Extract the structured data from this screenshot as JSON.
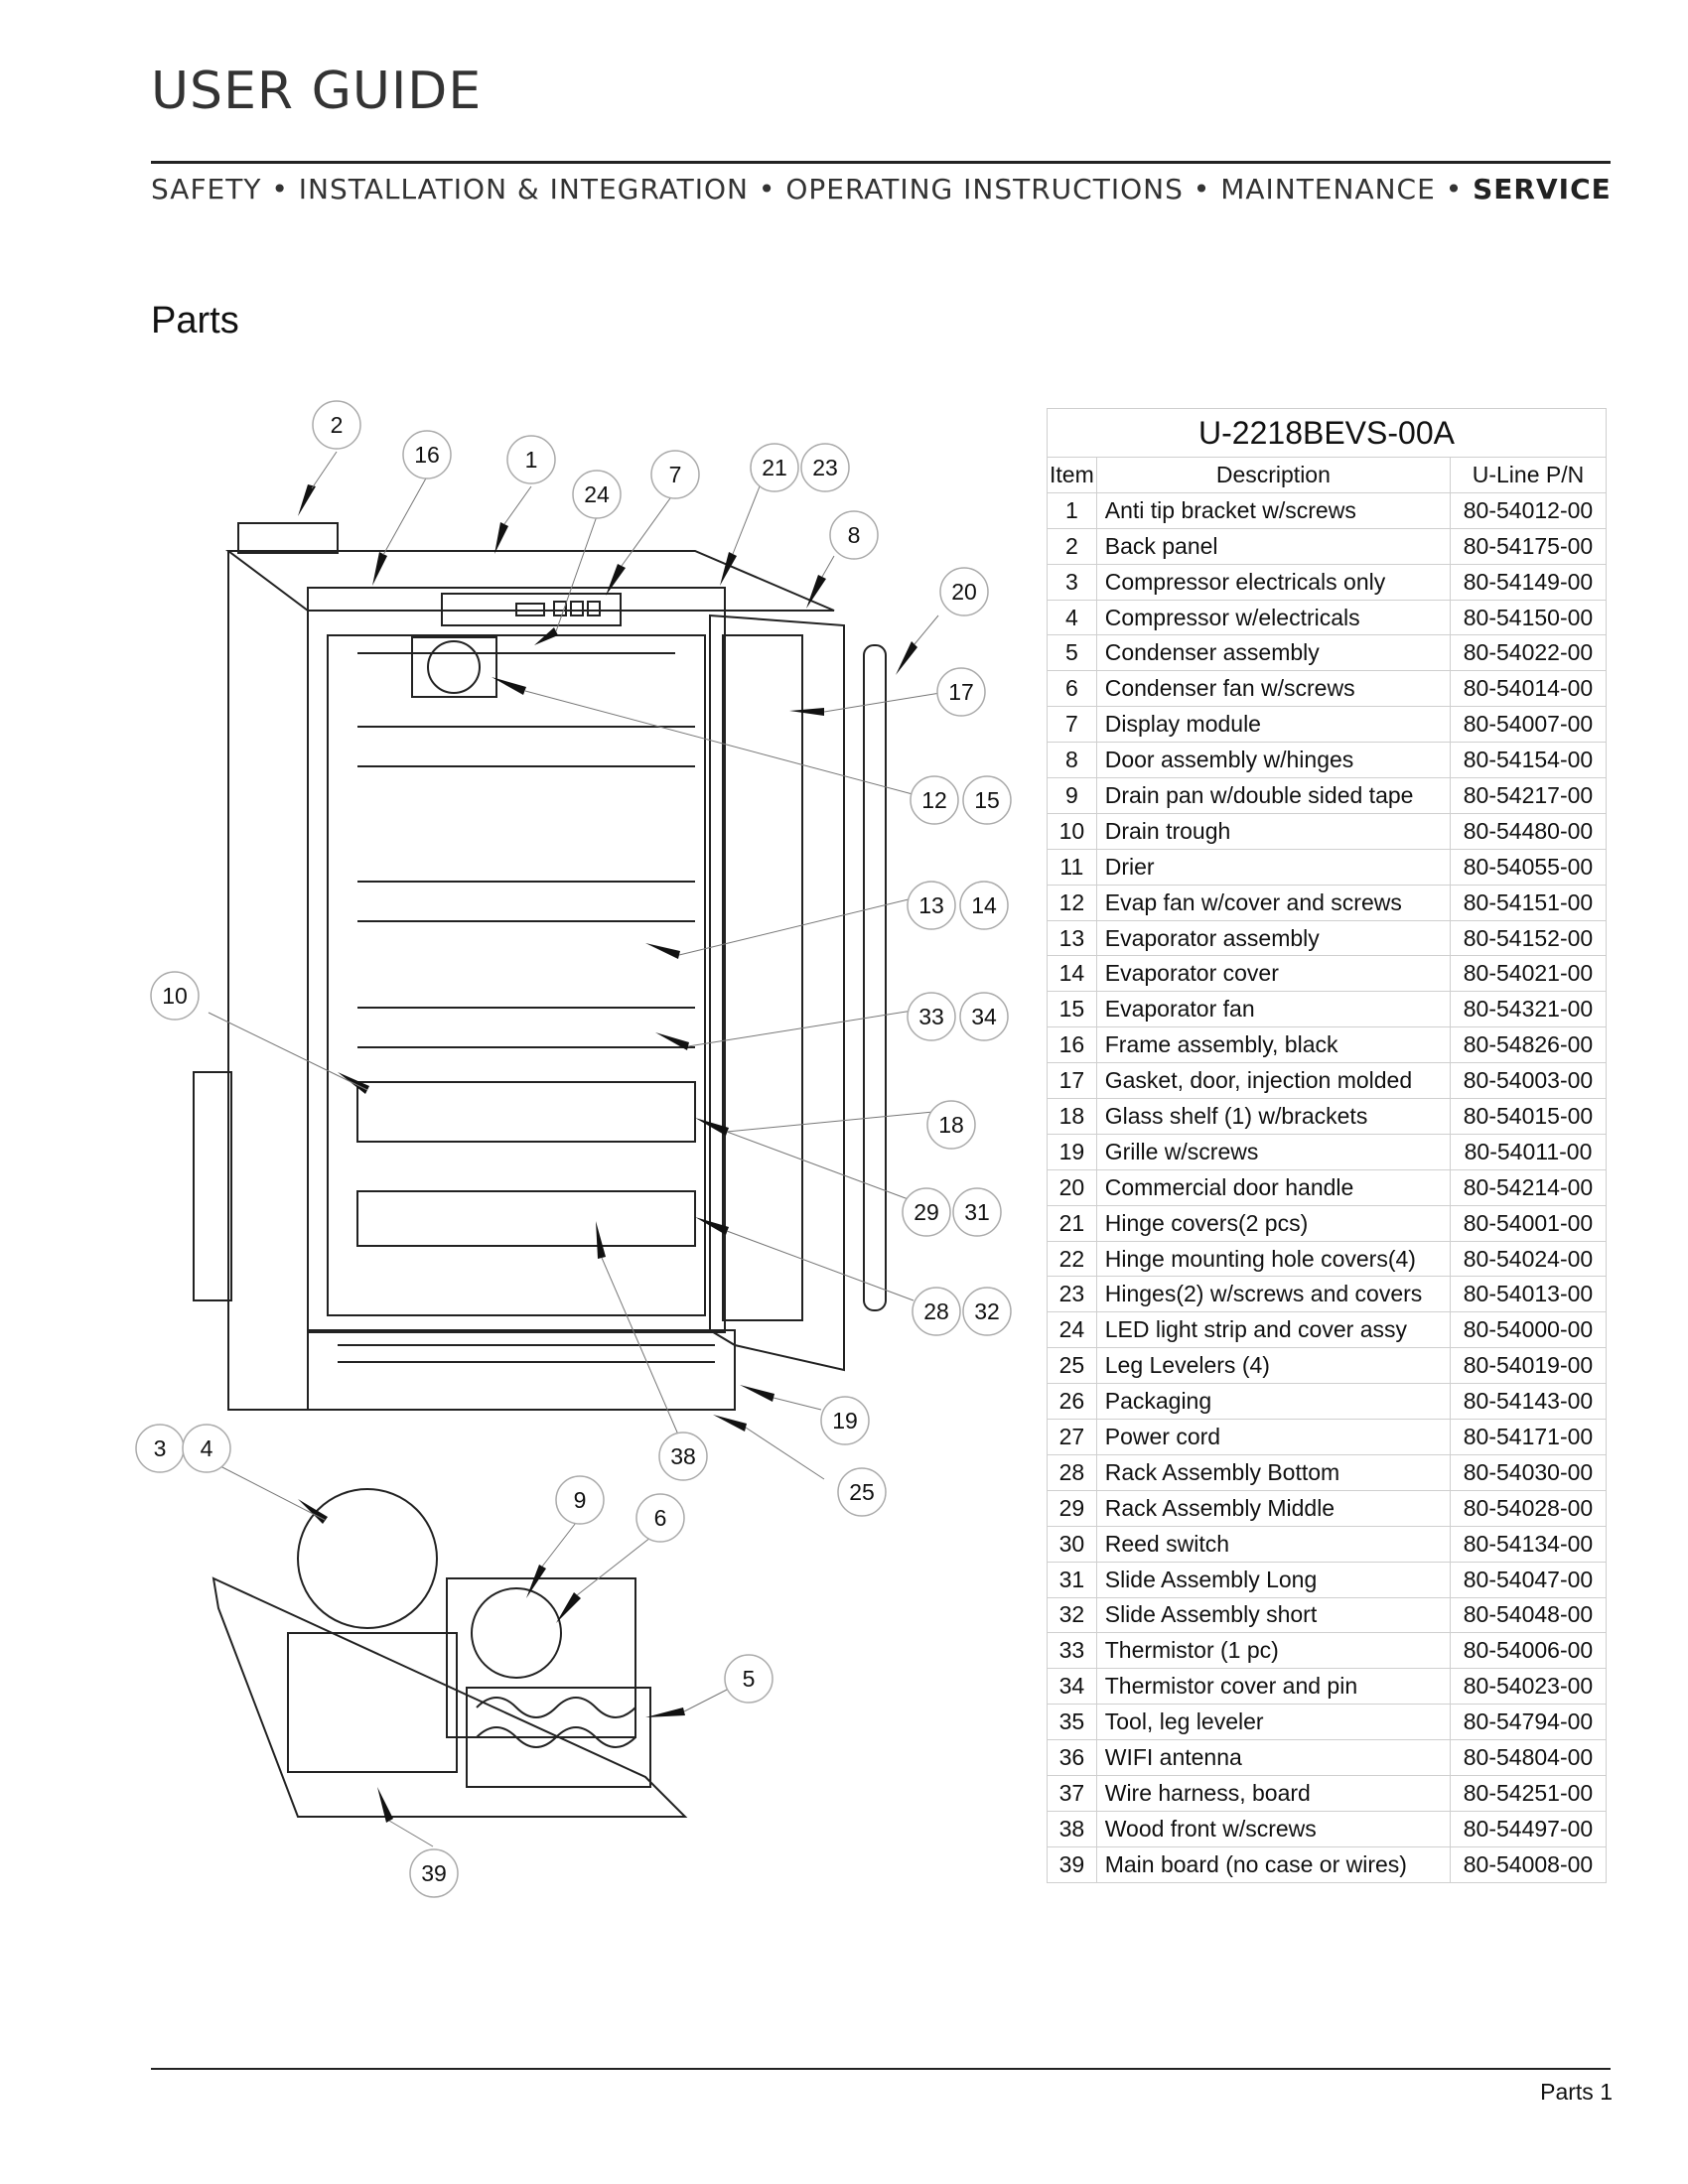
{
  "header": {
    "title": "USER GUIDE",
    "nav": [
      "SAFETY",
      "INSTALLATION & INTEGRATION",
      "OPERATING INSTRUCTIONS",
      "MAINTENANCE",
      "SERVICE"
    ],
    "separator": "•"
  },
  "section_title": "Parts",
  "table": {
    "model": "U-2218BEVS-00A",
    "columns": [
      "Item",
      "Description",
      "U-Line P/N"
    ],
    "rows": [
      [
        "1",
        "Anti tip bracket w/screws",
        "80-54012-00"
      ],
      [
        "2",
        "Back panel",
        "80-54175-00"
      ],
      [
        "3",
        "Compressor electricals only",
        "80-54149-00"
      ],
      [
        "4",
        "Compressor w/electricals",
        "80-54150-00"
      ],
      [
        "5",
        "Condenser assembly",
        "80-54022-00"
      ],
      [
        "6",
        "Condenser fan w/screws",
        "80-54014-00"
      ],
      [
        "7",
        "Display module",
        "80-54007-00"
      ],
      [
        "8",
        "Door assembly w/hinges",
        "80-54154-00"
      ],
      [
        "9",
        "Drain pan w/double sided tape",
        "80-54217-00"
      ],
      [
        "10",
        "Drain trough",
        "80-54480-00"
      ],
      [
        "11",
        "Drier",
        "80-54055-00"
      ],
      [
        "12",
        "Evap fan w/cover and screws",
        "80-54151-00"
      ],
      [
        "13",
        "Evaporator assembly",
        "80-54152-00"
      ],
      [
        "14",
        "Evaporator cover",
        "80-54021-00"
      ],
      [
        "15",
        "Evaporator fan",
        "80-54321-00"
      ],
      [
        "16",
        "Frame assembly, black",
        "80-54826-00"
      ],
      [
        "17",
        "Gasket, door, injection molded",
        "80-54003-00"
      ],
      [
        "18",
        "Glass shelf (1) w/brackets",
        "80-54015-00"
      ],
      [
        "19",
        "Grille w/screws",
        "80-54011-00"
      ],
      [
        "20",
        "Commercial door handle",
        "80-54214-00"
      ],
      [
        "21",
        "Hinge covers(2 pcs)",
        "80-54001-00"
      ],
      [
        "22",
        "Hinge mounting hole covers(4)",
        "80-54024-00"
      ],
      [
        "23",
        "Hinges(2) w/screws and covers",
        "80-54013-00"
      ],
      [
        "24",
        "LED light strip and cover assy",
        "80-54000-00"
      ],
      [
        "25",
        "Leg Levelers (4)",
        "80-54019-00"
      ],
      [
        "26",
        "Packaging",
        "80-54143-00"
      ],
      [
        "27",
        "Power cord",
        "80-54171-00"
      ],
      [
        "28",
        "Rack Assembly Bottom",
        "80-54030-00"
      ],
      [
        "29",
        "Rack Assembly Middle",
        "80-54028-00"
      ],
      [
        "30",
        "Reed switch",
        "80-54134-00"
      ],
      [
        "31",
        "Slide Assembly Long",
        "80-54047-00"
      ],
      [
        "32",
        "Slide Assembly short",
        "80-54048-00"
      ],
      [
        "33",
        "Thermistor (1 pc)",
        "80-54006-00"
      ],
      [
        "34",
        "Thermistor cover and pin",
        "80-54023-00"
      ],
      [
        "35",
        "Tool, leg leveler",
        "80-54794-00"
      ],
      [
        "36",
        "WIFI antenna",
        "80-54804-00"
      ],
      [
        "37",
        "Wire harness, board",
        "80-54251-00"
      ],
      [
        "38",
        "Wood front w/screws",
        "80-54497-00"
      ],
      [
        "39",
        "Main board (no case or wires)",
        "80-54008-00"
      ]
    ]
  },
  "diagram": {
    "callouts": [
      "2",
      "16",
      "1",
      "24",
      "7",
      "21",
      "23",
      "8",
      "20",
      "17",
      "12",
      "15",
      "13",
      "14",
      "10",
      "33",
      "34",
      "18",
      "29",
      "31",
      "28",
      "32",
      "19",
      "3",
      "4",
      "38",
      "25",
      "9",
      "6",
      "5",
      "39"
    ]
  },
  "footer": {
    "page_label": "Parts 1"
  }
}
